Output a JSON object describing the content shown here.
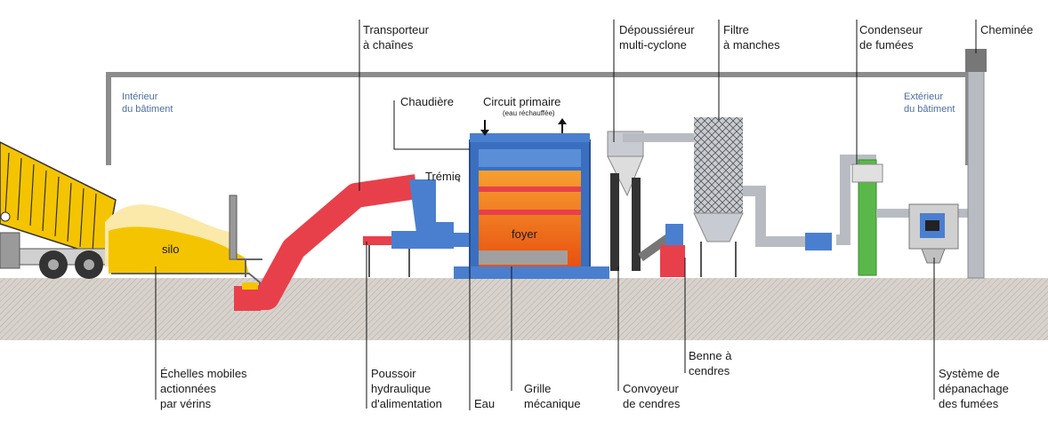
{
  "zones": {
    "interior": [
      "Intérieur",
      "du bâtiment"
    ],
    "exterior": [
      "Extérieur",
      "du bâtiment"
    ]
  },
  "labels": {
    "transporteur": [
      "Transporteur",
      "à chaînes"
    ],
    "depoussiereur": [
      "Dépoussiéreur",
      "multi-cyclone"
    ],
    "filtre": [
      "Filtre",
      "à manches"
    ],
    "condenseur": [
      "Condenseur",
      "de fumées"
    ],
    "cheminee": [
      "Cheminée"
    ],
    "chaudiere": [
      "Chaudière"
    ],
    "circuit_primaire": "Circuit primaire",
    "eau_rechauffee": "(eau réchauffée)",
    "tremie": "Trémie",
    "foyer": "foyer",
    "silo": "silo",
    "echelles": [
      "Échelles mobiles",
      "actionnées",
      "par vérins"
    ],
    "poussoir": [
      "Poussoir",
      "hydraulique",
      "d'alimentation"
    ],
    "eau": [
      "Eau"
    ],
    "grille": [
      "Grille",
      "mécanique"
    ],
    "convoyeur": [
      "Convoyeur",
      "de cendres"
    ],
    "benne": [
      "Benne à",
      "cendres"
    ],
    "depanachage": [
      "Système de",
      "dépanachage",
      "des fumées"
    ]
  },
  "colors": {
    "building": "#8c8c8c",
    "ground": "#c9c2bc",
    "red": "#e8404a",
    "blue": "#4a7fd0",
    "fire": "#f08020",
    "yellow": "#f5c400",
    "pipe": "#b8bcc2",
    "green": "#5ab84a"
  }
}
